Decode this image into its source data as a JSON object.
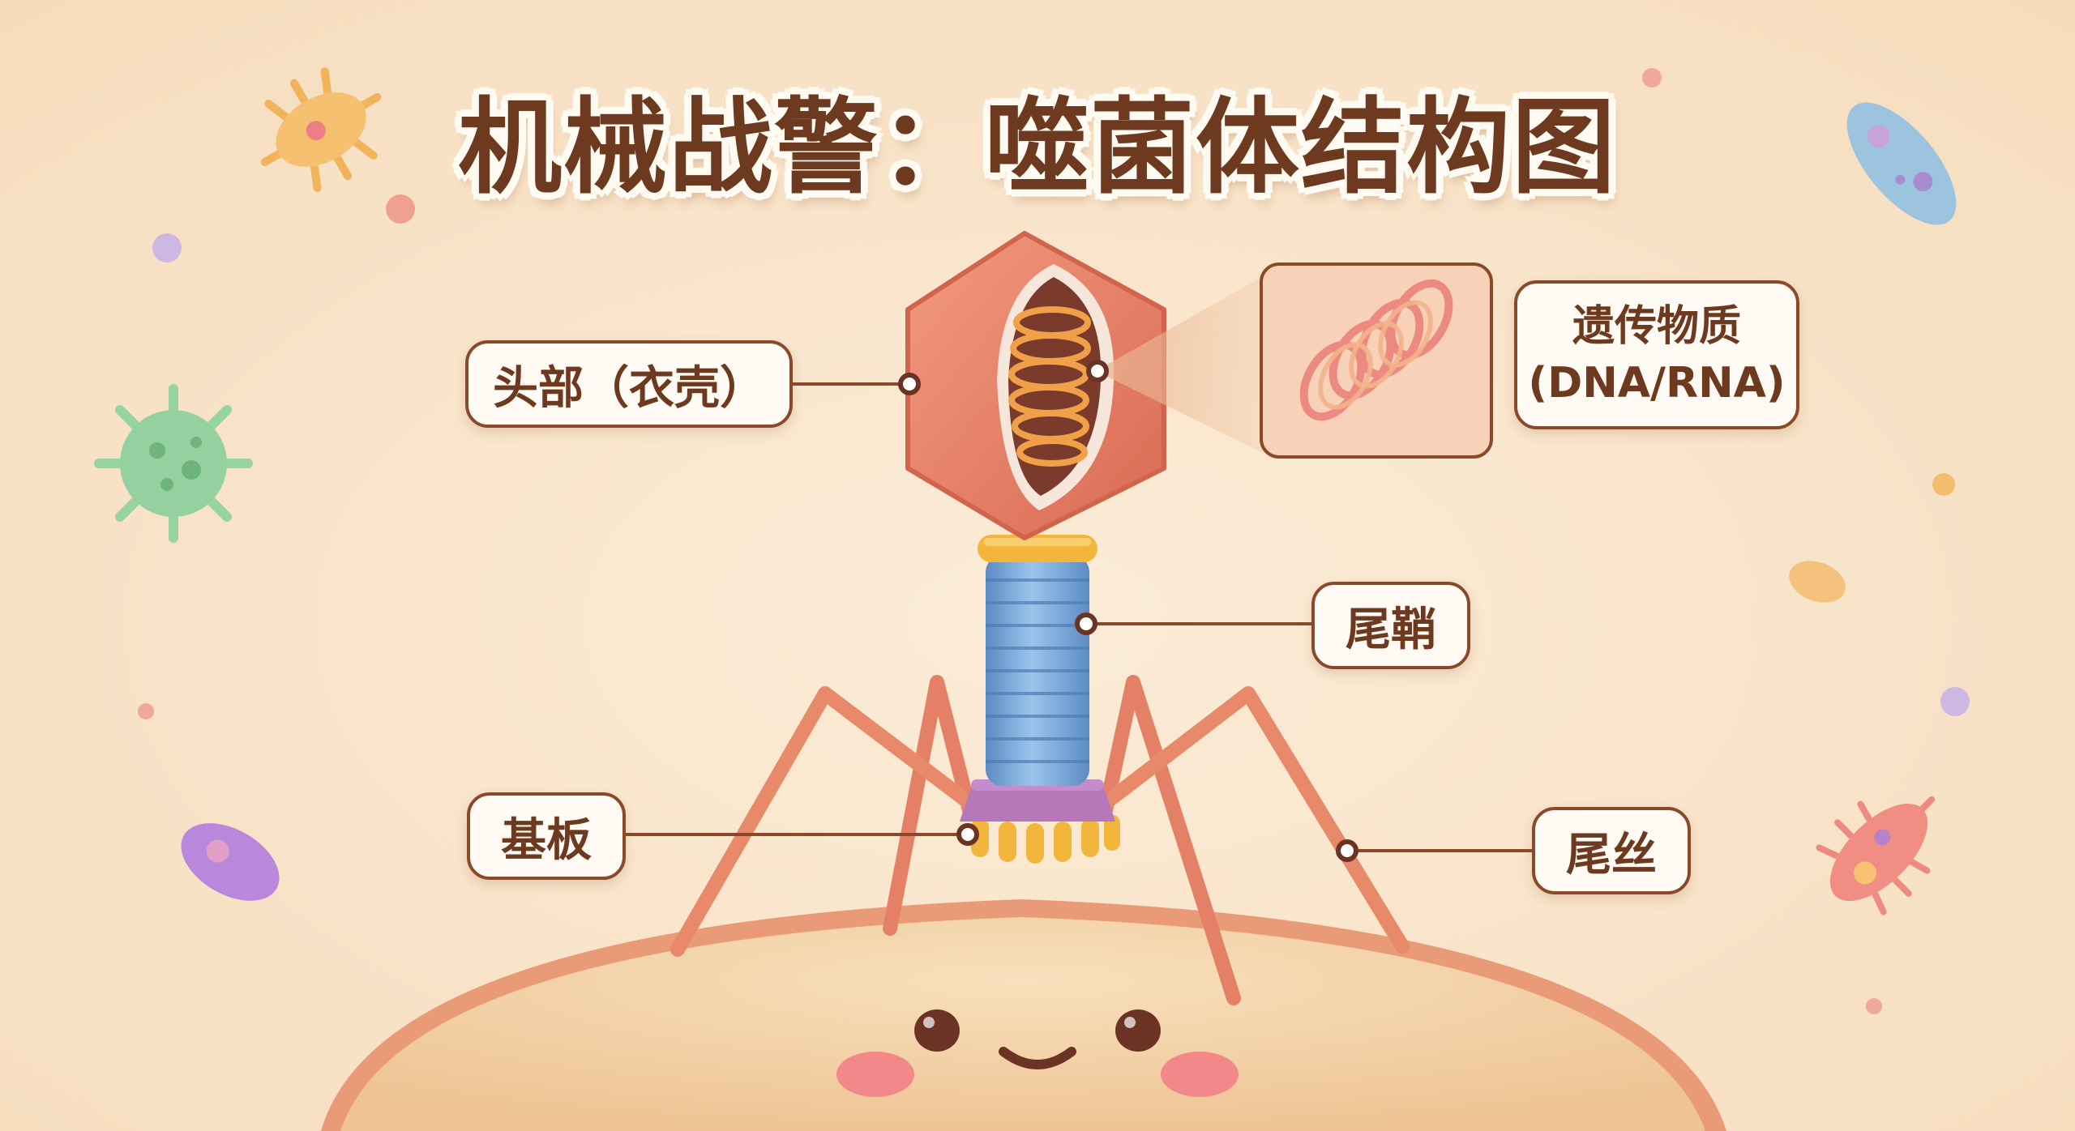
{
  "title": "机械战警：噬菌体结构图",
  "labels": {
    "head": "头部（衣壳）",
    "genetic_material_line1": "遗传物质",
    "genetic_material_line2": "(DNA/RNA)",
    "tail_sheath": "尾鞘",
    "baseplate": "基板",
    "tail_fibers": "尾丝"
  },
  "colors": {
    "background": "#f8e4c9",
    "capsid": "#e8826a",
    "dna": "#f0a048",
    "tail_sheath": "#7aa8d8",
    "collar": "#f2b63c",
    "baseplate": "#b678b8",
    "tail_fiber": "#ea8a6c",
    "cell": "#f5d6ae",
    "label_border": "#8a4a2a",
    "text": "#6e3a1f"
  }
}
